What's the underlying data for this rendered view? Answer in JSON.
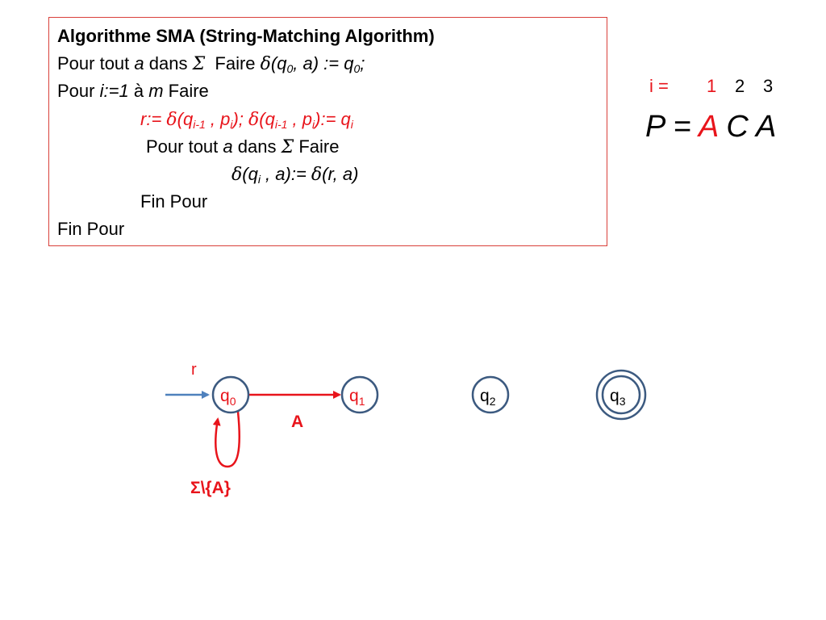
{
  "algorithm": {
    "title": "Algorithme SMA (String-Matching Algorithm)",
    "line1": {
      "kw1": "Pour tout",
      "var": "a",
      "kw2": "dans",
      "set": "Σ",
      "kw3": "Faire",
      "delta": "δ",
      "q": "(q",
      "q_sub": "0",
      "rest": ", a) := q",
      "q2_sub": "0",
      "end": ";"
    },
    "line2": {
      "kw1": "Pour",
      "expr": "i:=1",
      "kw2": "à",
      "var": "m",
      "kw3": "Faire"
    },
    "line3": {
      "r": "r:= ",
      "d1": "δ",
      "p1": "(q",
      "s1": "i-1",
      "p2": " , p",
      "s2": "i",
      "p3": "); ",
      "d2": "δ",
      "p4": "(q",
      "s3": "i-1",
      "p5": " , p",
      "s4": "i",
      "p6": "):= q",
      "s5": "i"
    },
    "line4": {
      "kw1": "Pour tout",
      "var": "a",
      "kw2": "dans",
      "set": "Σ",
      "kw3": "Faire"
    },
    "line5": {
      "d1": "δ",
      "p1": "(q",
      "s1": "i",
      "p2": " , a):= ",
      "d2": "δ",
      "p3": "(r, a)"
    },
    "line6": "Fin Pour",
    "line7": "Fin Pour"
  },
  "index_row": {
    "label": "i =",
    "values": [
      "1",
      "2",
      "3"
    ]
  },
  "pattern": {
    "prefix": "P = ",
    "chars": [
      "A",
      "C",
      "A"
    ]
  },
  "automaton": {
    "states": [
      {
        "name": "q",
        "sub": "0",
        "accepting": false,
        "label_color": "#e8141b"
      },
      {
        "name": "q",
        "sub": "1",
        "accepting": false,
        "label_color": "#e8141b"
      },
      {
        "name": "q",
        "sub": "2",
        "accepting": false,
        "label_color": "#000000"
      },
      {
        "name": "q",
        "sub": "3",
        "accepting": true,
        "label_color": "#000000"
      }
    ],
    "start_label": "r",
    "edge_q0_q1_label": "A",
    "self_loop_label": "Σ\\{A}"
  },
  "colors": {
    "red": "#e8141b",
    "state_border": "#3c5a80",
    "start_arrow": "#4f81bd",
    "box_border": "#d9403a"
  }
}
